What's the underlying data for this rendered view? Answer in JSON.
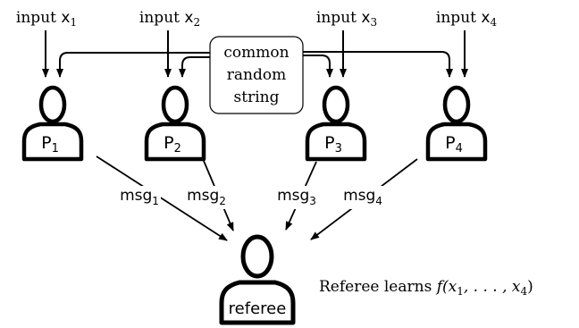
{
  "inputs": [
    {
      "prefix": "input ",
      "var": "x",
      "sub": "1"
    },
    {
      "prefix": "input ",
      "var": "x",
      "sub": "2"
    },
    {
      "prefix": "input ",
      "var": "x",
      "sub": "3"
    },
    {
      "prefix": "input ",
      "var": "x",
      "sub": "4"
    }
  ],
  "crs": {
    "lines": [
      "common",
      "random",
      "string"
    ]
  },
  "parties": [
    {
      "letter": "P",
      "sub": "1"
    },
    {
      "letter": "P",
      "sub": "2"
    },
    {
      "letter": "P",
      "sub": "3"
    },
    {
      "letter": "P",
      "sub": "4"
    }
  ],
  "messages": [
    {
      "text": "msg",
      "sub": "1"
    },
    {
      "text": "msg",
      "sub": "2"
    },
    {
      "text": "msg",
      "sub": "3"
    },
    {
      "text": "msg",
      "sub": "4"
    }
  ],
  "referee": {
    "label": "referee"
  },
  "result": {
    "prefix": "Referee learns ",
    "formula": "f(x",
    "sub1": "1",
    "middle": ", . . . , x",
    "sub4": "4",
    "suffix": ")"
  }
}
